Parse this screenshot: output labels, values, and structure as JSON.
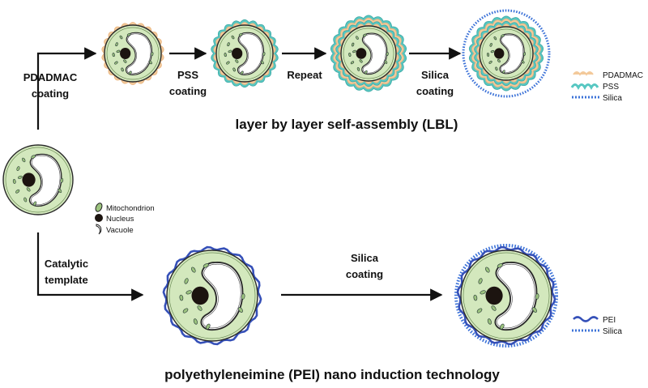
{
  "lbl_row": {
    "title": "layer by layer self-assembly (LBL)",
    "steps": [
      {
        "line1": "PDADMAC",
        "line2": "coating"
      },
      {
        "line1": "PSS",
        "line2": "coating"
      },
      {
        "line1": "Repeat",
        "line2": ""
      },
      {
        "line1": "Silica",
        "line2": "coating"
      }
    ],
    "legend": [
      "PDADMAC",
      "PSS",
      "Silica"
    ]
  },
  "cell_legend": [
    "Mitochondrion",
    "Nucleus",
    "Vacuole"
  ],
  "pei_row": {
    "title": "polyethyleneimine (PEI) nano induction technology",
    "steps": [
      {
        "line1": "Catalytic",
        "line2": "template"
      },
      {
        "line1": "Silica",
        "line2": "coating"
      }
    ],
    "legend": [
      "PEI",
      "Silica"
    ]
  },
  "colors": {
    "cytoplasm": "#d3e8bd",
    "cell_outline": "#2a2a2a",
    "nucleus": "#1c1410",
    "vacuole": "#ffffff",
    "mitochondrion": "#9cc37f",
    "pdadmac": "#f3c99a",
    "pss": "#57c7c2",
    "silica": "#3d73d8",
    "pei": "#3550b8",
    "arrow": "#111111"
  }
}
